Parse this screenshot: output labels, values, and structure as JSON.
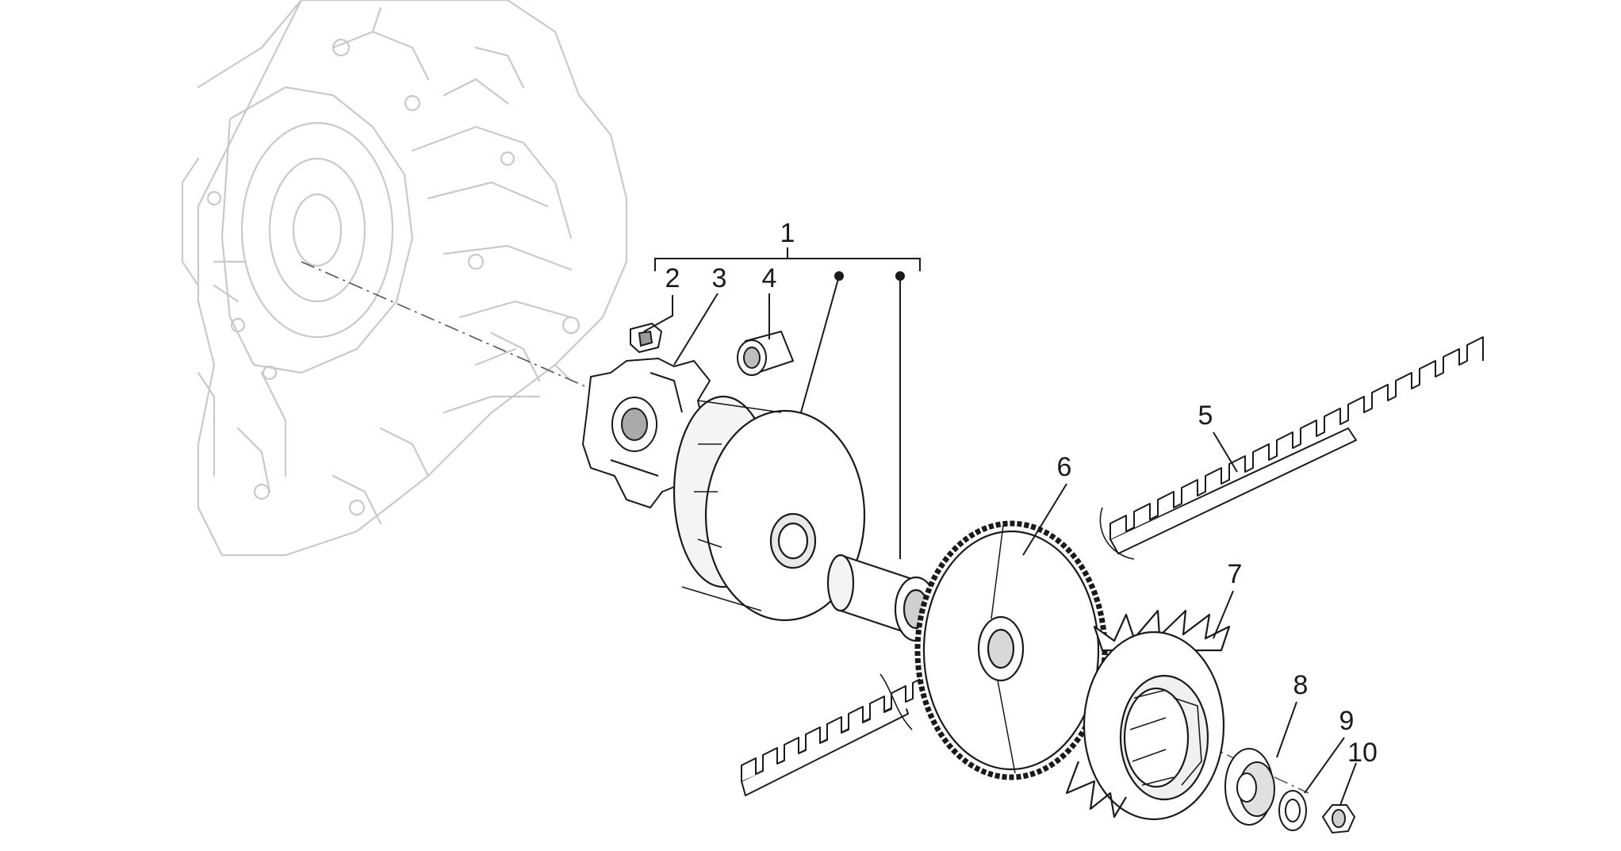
{
  "diagram": {
    "callouts": [
      {
        "id": "1",
        "label": "1"
      },
      {
        "id": "2",
        "label": "2"
      },
      {
        "id": "3",
        "label": "3"
      },
      {
        "id": "4",
        "label": "4"
      },
      {
        "id": "5",
        "label": "5"
      },
      {
        "id": "6",
        "label": "6"
      },
      {
        "id": "7",
        "label": "7"
      },
      {
        "id": "8",
        "label": "8"
      },
      {
        "id": "9",
        "label": "9"
      },
      {
        "id": "10",
        "label": "10"
      }
    ],
    "colors": {
      "line": "#1a1a1a",
      "ghost": "#c8c8c8"
    }
  }
}
